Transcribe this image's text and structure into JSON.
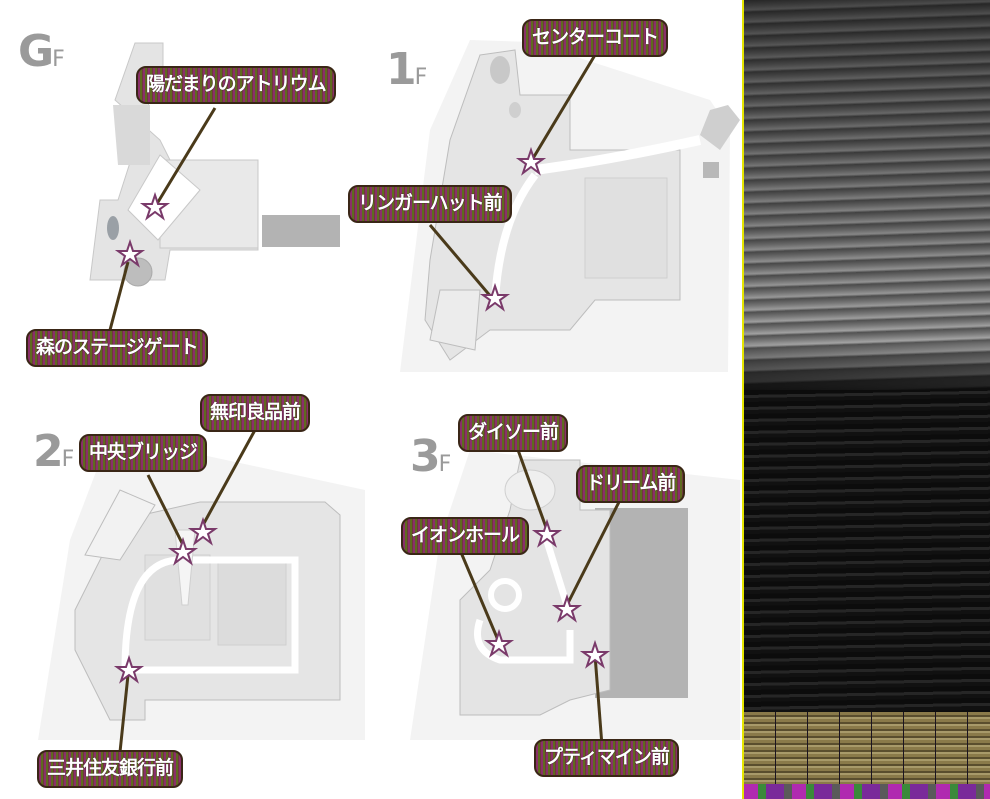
{
  "floors": [
    {
      "id": "GF",
      "label_big": "G",
      "label_small": "F",
      "callouts": [
        {
          "text": "陽だまりのアトリウム"
        },
        {
          "text": "森のステージゲート"
        }
      ]
    },
    {
      "id": "1F",
      "label_big": "1",
      "label_small": "F",
      "callouts": [
        {
          "text": "センターコート"
        },
        {
          "text": "リンガーハット前"
        }
      ]
    },
    {
      "id": "2F",
      "label_big": "2",
      "label_small": "F",
      "callouts": [
        {
          "text": "中央ブリッジ"
        },
        {
          "text": "無印良品前"
        },
        {
          "text": "三井住友銀行前"
        }
      ]
    },
    {
      "id": "3F",
      "label_big": "3",
      "label_small": "F",
      "callouts": [
        {
          "text": "ダイソー前"
        },
        {
          "text": "ドリーム前"
        },
        {
          "text": "イオンホール"
        },
        {
          "text": "プティマイン前"
        }
      ]
    }
  ],
  "colors": {
    "callout_bg": "#6e4a2c",
    "floor_label": "#9a9a9a",
    "floor_fill": "#e6e6e6",
    "site_fill": "#f3f3f3",
    "dark_block": "#b3b3b3"
  },
  "icons": {
    "marker": "star-icon"
  }
}
